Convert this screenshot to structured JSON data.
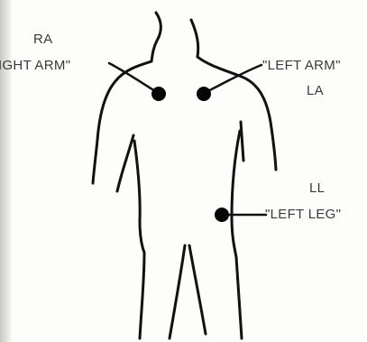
{
  "labels": {
    "right_arm_abbr": "RA",
    "right_arm_name": "IGHT ARM\"",
    "left_arm_name": "\"LEFT ARM\"",
    "left_arm_abbr": "LA",
    "left_leg_abbr": "LL",
    "left_leg_name": "\"LEFT LEG\""
  }
}
